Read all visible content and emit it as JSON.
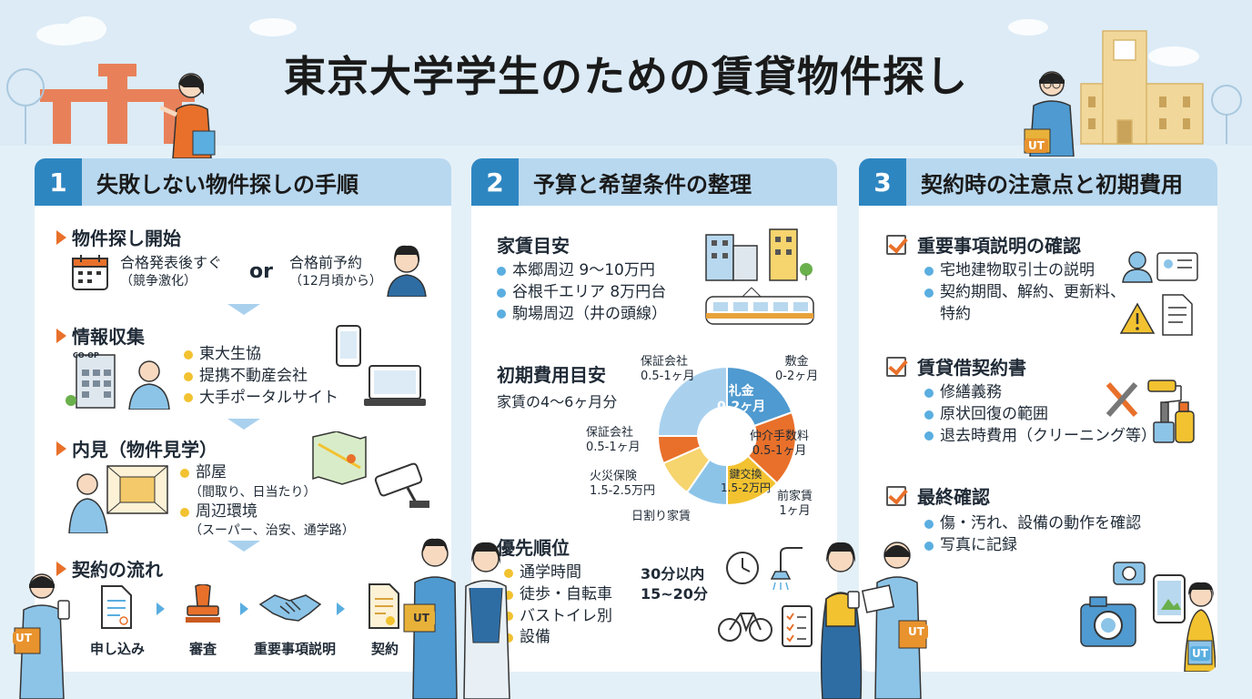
{
  "title": "東京大学学生のための賃貸物件探し",
  "colors": {
    "accent": "#e8702a",
    "primary": "#2e86c1",
    "header": "#b8d8ef",
    "yellow": "#f2c230",
    "blue_dot": "#5aaee0"
  },
  "panel1": {
    "num": "1",
    "title": "失敗しない物件探しの手順",
    "step1": {
      "heading": "物件探し開始",
      "a_line1": "合格発表後すぐ",
      "a_line2": "（競争激化）",
      "or": "or",
      "b_line1": "合格前予約",
      "b_line2": "（12月頃から）"
    },
    "step2": {
      "heading": "情報収集",
      "items": [
        "東大生協",
        "提携不動産会社",
        "大手ポータルサイト"
      ]
    },
    "step3": {
      "heading": "内見（物件見学）",
      "item1": "部屋",
      "item1_sub": "（間取り、日当たり）",
      "item2": "周辺環境",
      "item2_sub": "（スーパー、治安、通学路）"
    },
    "step4": {
      "heading": "契約の流れ",
      "flow": [
        "申し込み",
        "審査",
        "重要事項説明",
        "契約"
      ]
    }
  },
  "panel2": {
    "num": "2",
    "title": "予算と希望条件の整理",
    "rent": {
      "heading": "家賃目安",
      "items": [
        "本郷周辺 9〜10万円",
        "谷根千エリア 8万円台",
        "駒場周辺（井の頭線）"
      ]
    },
    "initial": {
      "heading": "初期費用目安",
      "sub": "家賃の4〜6ヶ月分",
      "labels": {
        "guarantee_top": "保証会社",
        "guarantee_top_val": "0.5-1ヶ月",
        "shikikin": "敷金",
        "shikikin_val": "0-2ヶ月",
        "reikin_in": "礼金",
        "reikin_in_val": "0-2ヶ月",
        "chukai_in": "仲介手数料",
        "chukai_in_val": "0.5-1ヶ月",
        "kagi_in": "鍵交換",
        "kagi_in_val": "1.5-2万円",
        "guarantee_left": "保証会社",
        "guarantee_left_val": "0.5-1ヶ月",
        "kasai": "火災保険",
        "kasai_val": "1.5-2.5万円",
        "hiwari": "日割り家賃",
        "maeyachin": "前家賃",
        "maeyachin_val": "1ヶ月"
      }
    },
    "priority": {
      "heading": "優先順位",
      "items": [
        "通学時間",
        "徒歩・自転車",
        "バストイレ別",
        "設備"
      ],
      "val1": "30分以内",
      "val2": "15~20分"
    }
  },
  "panel3": {
    "num": "3",
    "title": "契約時の注意点と初期費用",
    "s1": {
      "heading": "重要事項説明の確認",
      "items": [
        "宅地建物取引士の説明",
        "契約期間、解約、更新料、",
        "特約"
      ]
    },
    "s2": {
      "heading": "賃貸借契約書",
      "items": [
        "修繕義務",
        "原状回復の範囲",
        "退去時費用（クリーニング等）"
      ]
    },
    "s3": {
      "heading": "最終確認",
      "items": [
        "傷・汚れ、設備の動作を確認",
        "写真に記録"
      ]
    }
  },
  "bag_label": "UT",
  "building_sign": "CO-OP"
}
